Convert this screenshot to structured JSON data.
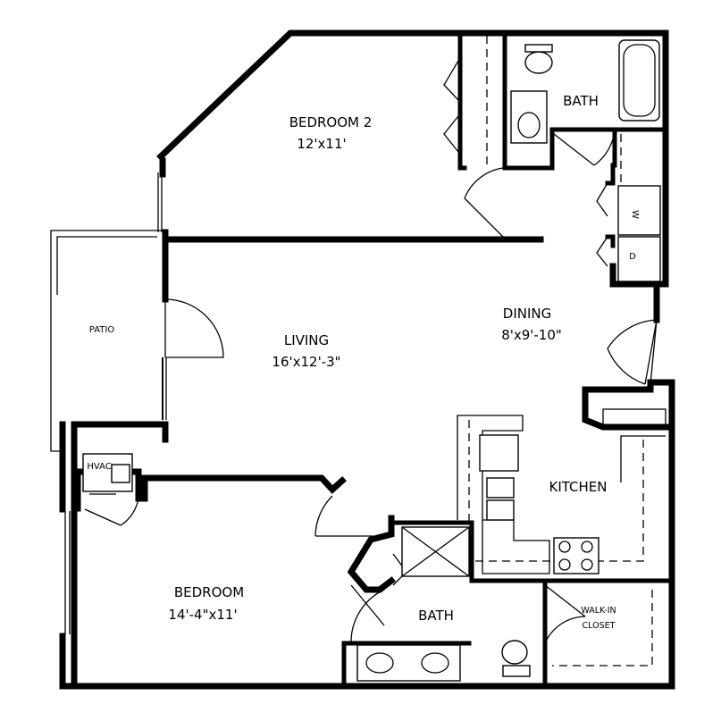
{
  "rooms": {
    "bedroom2": {
      "name": "BEDROOM 2",
      "size": "12'x11'"
    },
    "bath_top": {
      "name": "BATH"
    },
    "dining": {
      "name": "DINING",
      "size": "8'x9'-10\""
    },
    "living": {
      "name": "LIVING",
      "size": "16'x12'-3\""
    },
    "patio": {
      "name": "PATIO"
    },
    "hvac": {
      "name": "HVAC"
    },
    "kitchen": {
      "name": "KITCHEN"
    },
    "bedroom": {
      "name": "BEDROOM",
      "size": "14'-4\"x11'"
    },
    "bath_bottom": {
      "name": "BATH"
    },
    "walkin": {
      "line1": "WALK-IN",
      "line2": "CLOSET"
    }
  },
  "appliances": {
    "washer": "W",
    "dryer": "D"
  }
}
